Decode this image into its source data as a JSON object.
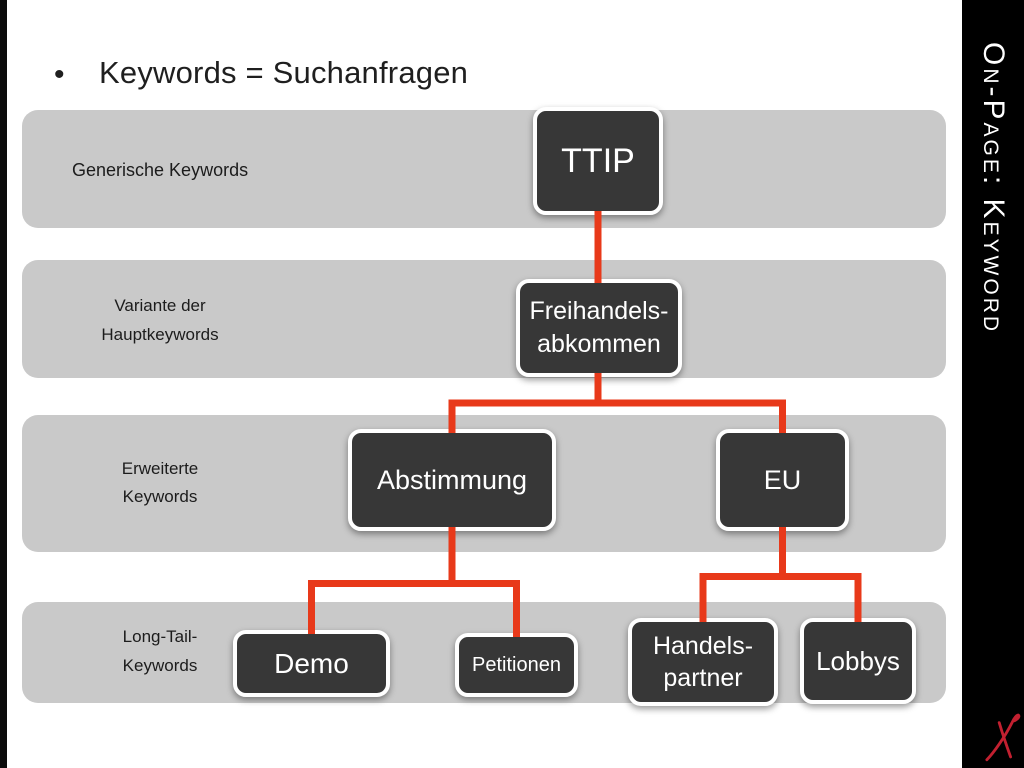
{
  "title": {
    "bullet": "•",
    "text": "Keywords = Suchanfragen"
  },
  "sidebar": {
    "vertical_text": "On-Page: Keyword",
    "logo": "red-handwritten-x-signature"
  },
  "rows": [
    {
      "label": "Generische Keywords"
    },
    {
      "line1": "Variante der",
      "line2": "Hauptkeywords"
    },
    {
      "line1": "Erweiterte",
      "line2": "Keywords"
    },
    {
      "line1": "Long-Tail-",
      "line2": "Keywords"
    }
  ],
  "nodes": {
    "ttip": {
      "label": "TTIP"
    },
    "freihandelsabkommen": {
      "line1": "Freihandels-",
      "line2": "abkommen"
    },
    "abstimmung": {
      "label": "Abstimmung"
    },
    "eu": {
      "label": "EU"
    },
    "demo": {
      "label": "Demo"
    },
    "petitionen": {
      "label": "Petitionen"
    },
    "handelspartner": {
      "line1": "Handels-",
      "line2": "partner"
    },
    "lobbys": {
      "label": "Lobbys"
    }
  },
  "edges": [
    {
      "from": "ttip",
      "to": "freihandelsabkommen"
    },
    {
      "from": "freihandelsabkommen",
      "to": "abstimmung"
    },
    {
      "from": "freihandelsabkommen",
      "to": "eu"
    },
    {
      "from": "abstimmung",
      "to": "demo"
    },
    {
      "from": "abstimmung",
      "to": "petitionen"
    },
    {
      "from": "eu",
      "to": "handelspartner"
    },
    {
      "from": "eu",
      "to": "lobbys"
    }
  ],
  "colors": {
    "band_gray": "#c9c9c9",
    "node_dark": "#373737",
    "node_border": "#ffffff",
    "connector_red": "#e8391a",
    "sidebar_black": "#000000",
    "logo_red": "#c22030",
    "text_dark": "#1f1f1f"
  }
}
